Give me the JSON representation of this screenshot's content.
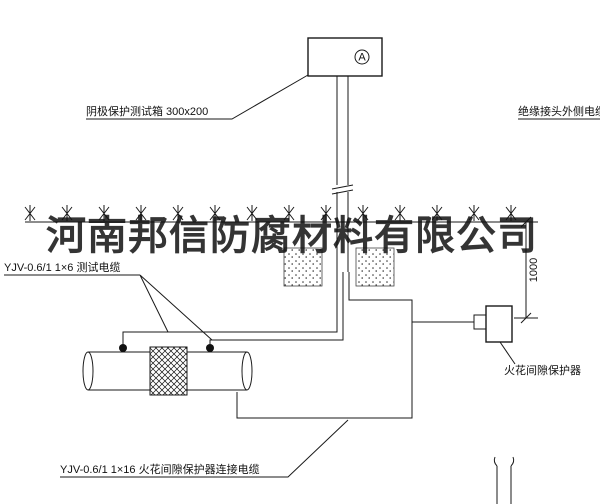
{
  "drawing": {
    "watermark": "河南邦信防腐材料有限公司",
    "test_box_label": "阴极保护测试箱 300x200",
    "terminal_letter": "A",
    "insulated_joint_cable_label": "绝缘接头外侧电缆",
    "test_cable_label": "YJV-0.6/1  1×6  测试电缆",
    "protector_cable_label": "YJV-0.6/1  1×16  火花间隙保护器连接电缆",
    "spark_gap_protector_label": "火花间隙保护器",
    "burial_depth_dimension": "1000"
  },
  "colors": {
    "line": "#1a1a1a",
    "background": "#ffffff",
    "watermark": "#111111"
  }
}
